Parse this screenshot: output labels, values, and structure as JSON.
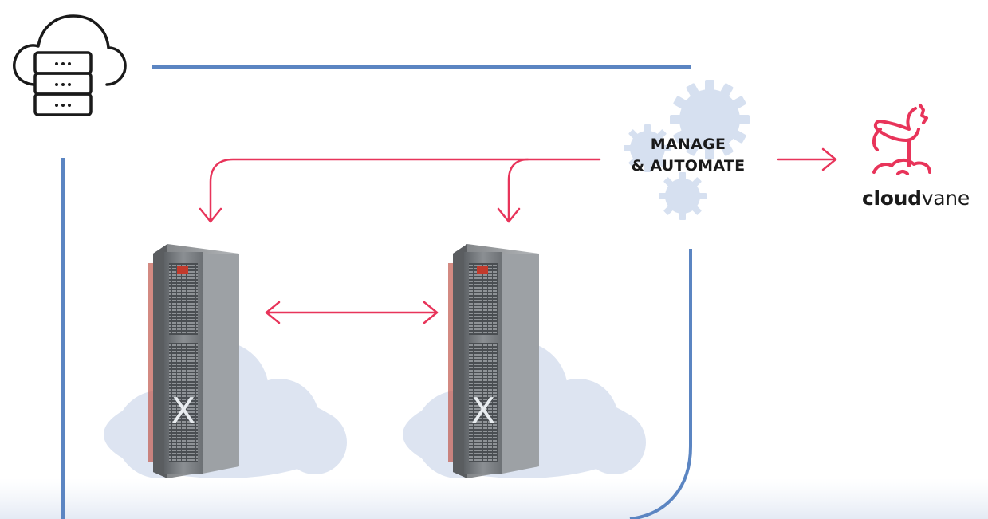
{
  "diagram": {
    "center_label": {
      "line1": "MANAGE",
      "line2": "& AUTOMATE"
    },
    "brand": {
      "bold": "cloud",
      "light": "vane"
    },
    "icons": {
      "top_left": "cloud-database-icon",
      "brand_logo": "rooster-weathervane-icon",
      "gears": "gears-icon",
      "servers": [
        "exadata-rack",
        "exadata-rack"
      ]
    },
    "colors": {
      "arrow": "#e8345a",
      "frame_line": "#5b85c2",
      "cloud_fill": "#dde4f1",
      "gear_fill": "#d6e0f0"
    }
  }
}
